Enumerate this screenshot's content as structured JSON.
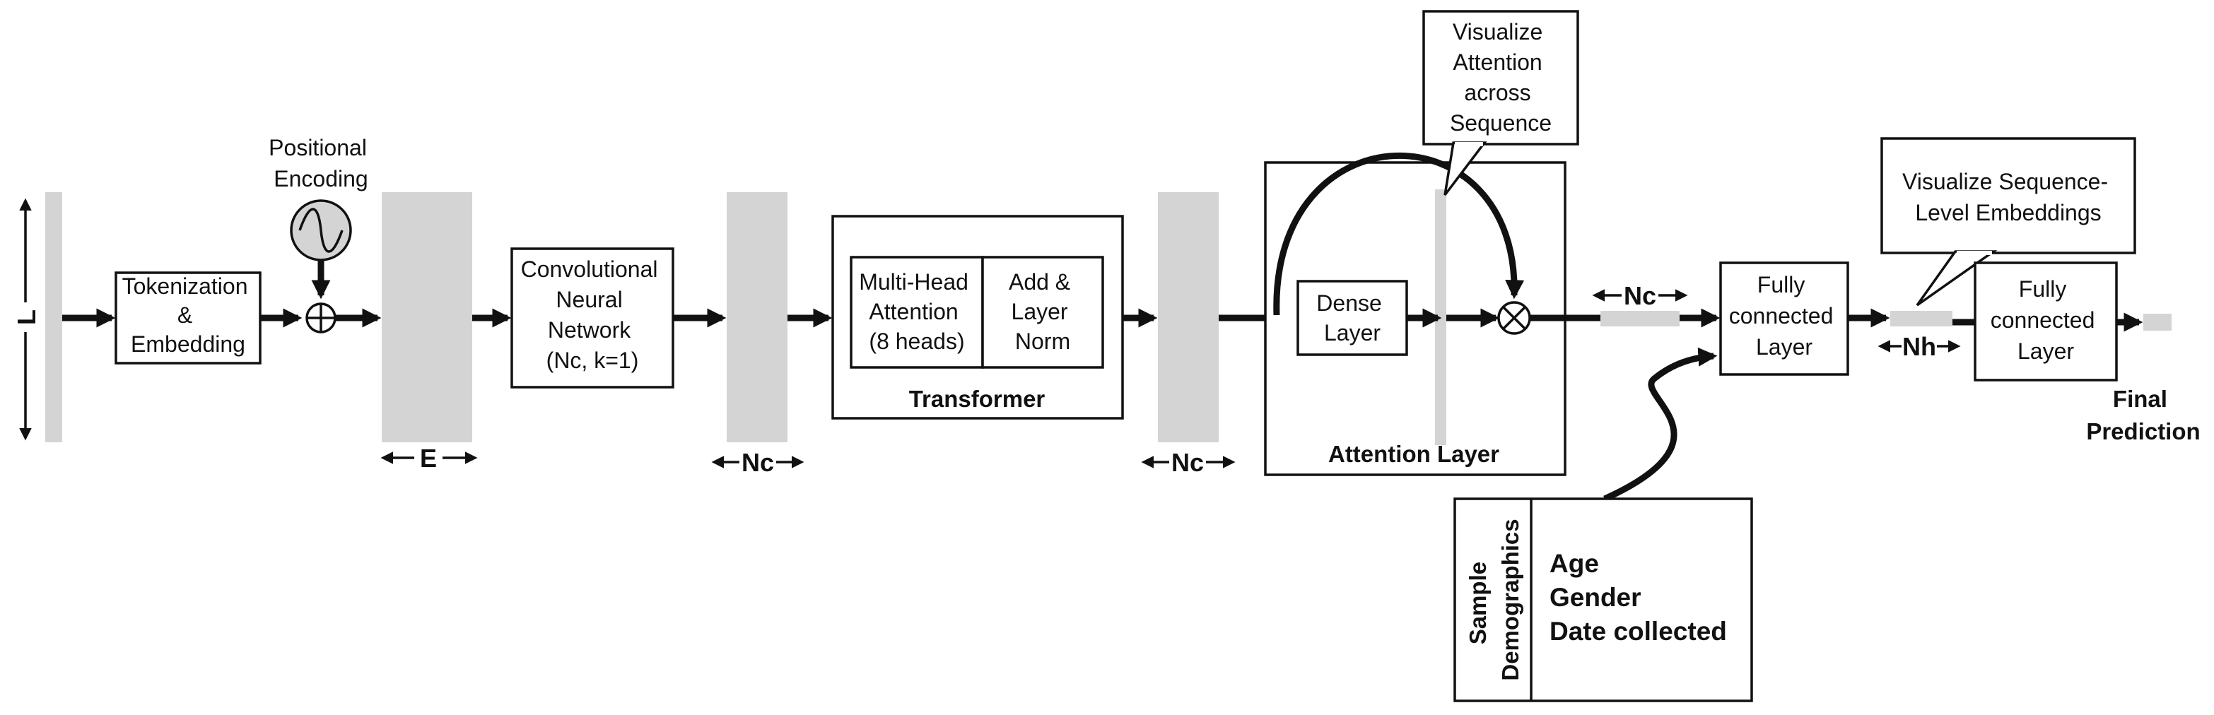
{
  "diagram": {
    "positional_encoding": [
      "Positional",
      "Encoding"
    ],
    "tokenization": [
      "Tokenization",
      "&",
      "Embedding"
    ],
    "cnn": [
      "Convolutional",
      "Neural",
      "Network",
      "(Nc, k=1)"
    ],
    "mha": [
      "Multi-Head",
      "Attention",
      "(8 heads)"
    ],
    "add_norm": [
      "Add &",
      "Layer",
      "Norm"
    ],
    "transformer_label": "Transformer",
    "dense": [
      "Dense",
      "Layer"
    ],
    "attention_layer_label": "Attention Layer",
    "callout_attention": [
      "Visualize",
      "Attention",
      "across",
      "Sequence"
    ],
    "callout_embeddings": [
      "Visualize Sequence-",
      "Level Embeddings"
    ],
    "fc1": [
      "Fully",
      "connected",
      "Layer"
    ],
    "fc2": [
      "Fully",
      "connected",
      "Layer"
    ],
    "final_prediction": [
      "Final",
      "Prediction"
    ],
    "demographics_title": [
      "Sample",
      "Demographics"
    ],
    "demographics_items": [
      "Age",
      "Gender",
      "Date collected"
    ],
    "dims": {
      "L": "L",
      "E": "E",
      "Nc_1": "Nc",
      "Nc_2": "Nc",
      "Nc_3": "Nc",
      "Nh": "Nh"
    }
  }
}
